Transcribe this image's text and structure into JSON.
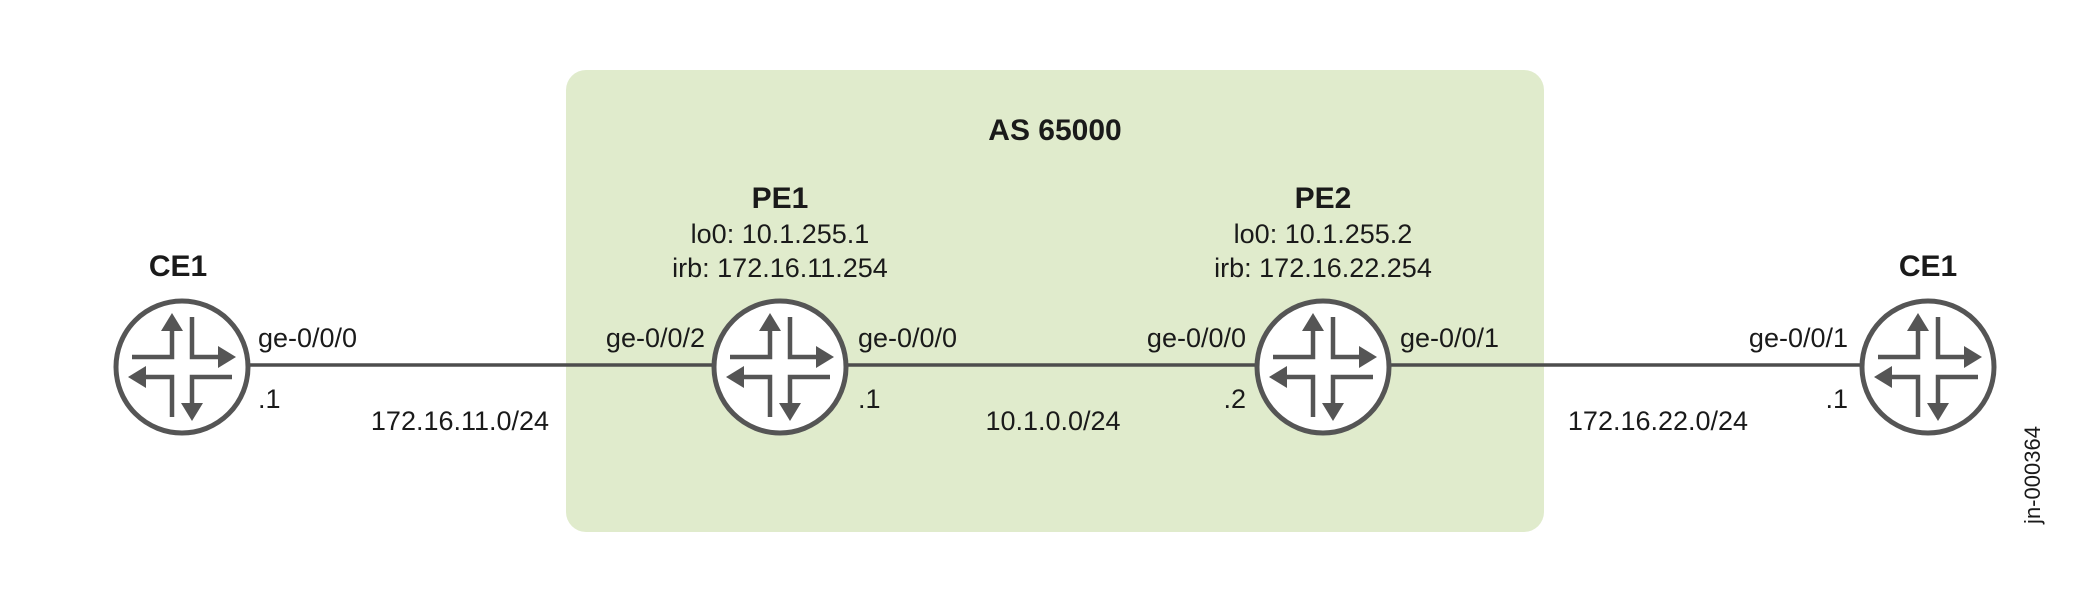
{
  "as_box": {
    "label": "AS 65000",
    "fill": "#e0ebcc"
  },
  "routers": {
    "ce1_left": {
      "name": "CE1"
    },
    "pe1": {
      "name": "PE1",
      "lo0": "lo0: 10.1.255.1",
      "irb": "irb: 172.16.11.254"
    },
    "pe2": {
      "name": "PE2",
      "lo0": "lo0: 10.1.255.2",
      "irb": "irb: 172.16.22.254"
    },
    "ce1_right": {
      "name": "CE1"
    }
  },
  "links": {
    "left": {
      "a_if": "ge-0/0/0",
      "a_host": ".1",
      "b_if": "ge-0/0/2",
      "subnet": "172.16.11.0/24"
    },
    "middle": {
      "a_if": "ge-0/0/0",
      "a_host": ".1",
      "b_if": "ge-0/0/0",
      "b_host": ".2",
      "subnet": "10.1.0.0/24"
    },
    "right": {
      "a_if": "ge-0/0/1",
      "b_if": "ge-0/0/1",
      "b_host": ".1",
      "subnet": "172.16.22.0/24"
    }
  },
  "figure_id": "jn-000364",
  "icon_names": {
    "router": "router-icon"
  }
}
